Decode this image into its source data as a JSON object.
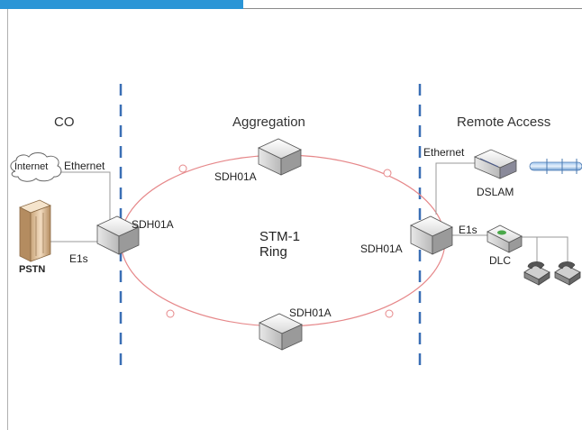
{
  "zones": {
    "co": "CO",
    "aggregation": "Aggregation",
    "remote_access": "Remote Access"
  },
  "ring": {
    "line1": "STM-1",
    "line2": "Ring"
  },
  "nodes": {
    "sdh_top": "SDH01A",
    "sdh_left": "SDH01A",
    "sdh_right": "SDH01A",
    "sdh_bottom": "SDH01A",
    "internet": "Internet",
    "pstn": "PSTN",
    "dslam": "DSLAM",
    "dlc": "DLC"
  },
  "links": {
    "ethernet_left": "Ethernet",
    "e1s_left": "E1s",
    "ethernet_right": "Ethernet",
    "e1s_right": "E1s"
  },
  "colors": {
    "header": "#2b95d6",
    "divider": "#3a6fb5",
    "ring": "#e6888a"
  }
}
